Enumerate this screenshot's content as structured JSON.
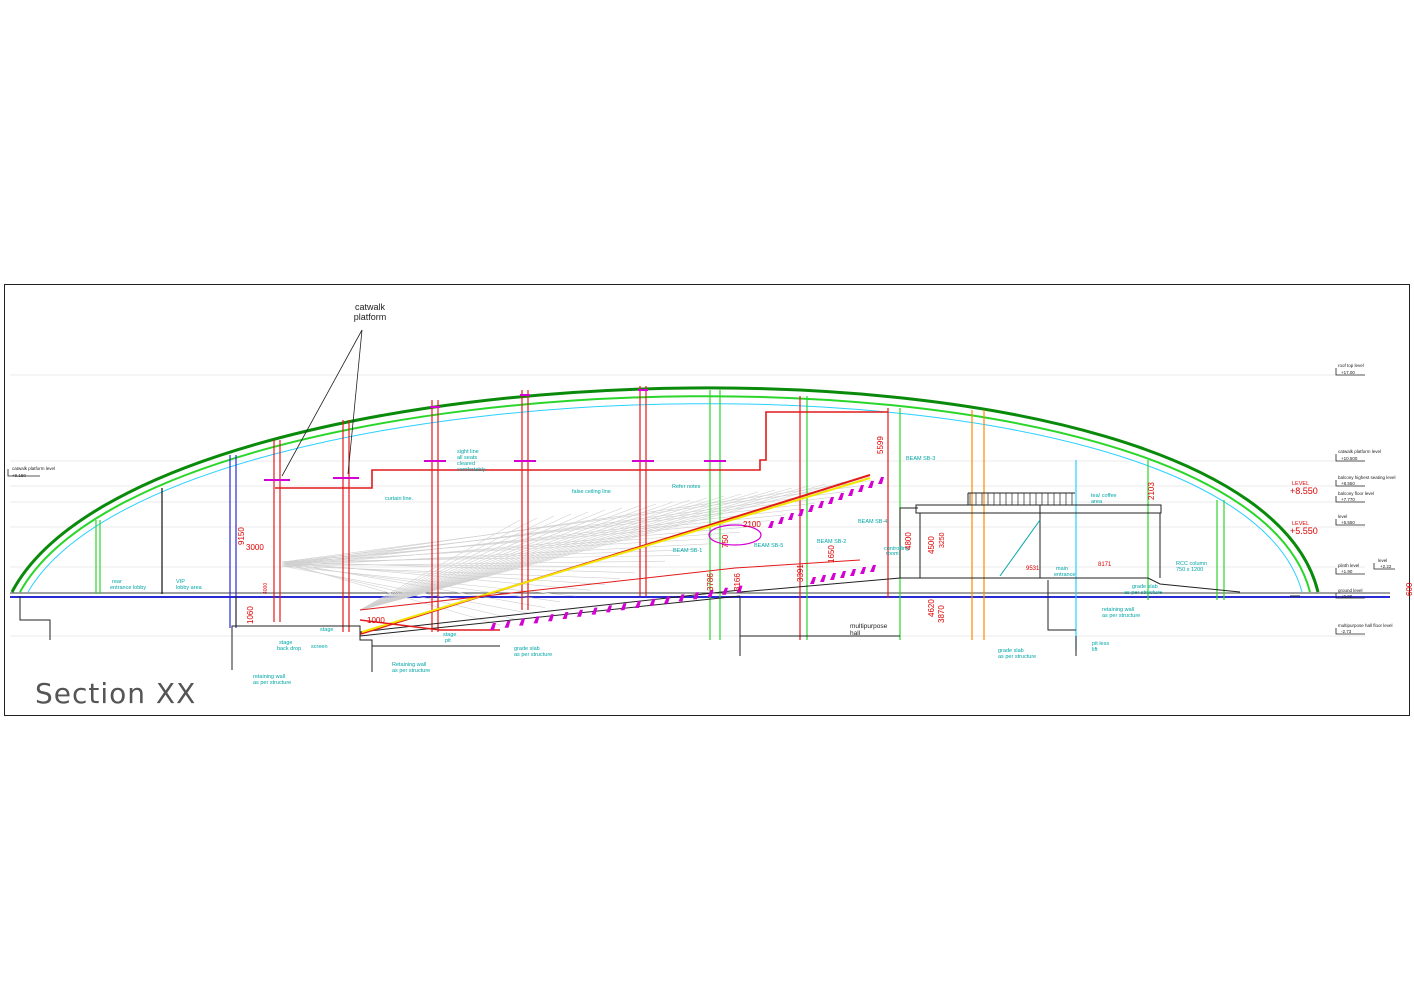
{
  "drawing": {
    "title": "Section  XX",
    "callout": {
      "line1": "catwalk",
      "line2": "platform"
    }
  },
  "levels_right": [
    {
      "name": "roof top level",
      "value": "+17.00"
    },
    {
      "name": "catwalk platform level",
      "value": "+10.500"
    },
    {
      "name": "balcony highest seating level",
      "value": "+8.550"
    },
    {
      "name": "balcony floor level",
      "value": "+7.770"
    },
    {
      "name": "level",
      "value": "+5.550"
    },
    {
      "name": "plinth level",
      "value": "+1.90"
    },
    {
      "name": "level",
      "value": "+2.22"
    },
    {
      "name": "ground level",
      "value": "±0.00"
    },
    {
      "name": "multipurpose hall floor level",
      "value": "-2.73"
    }
  ],
  "level_left": {
    "name": "catwalk platform level",
    "value": "+9.150"
  },
  "big_levels": [
    {
      "label": "LEVEL",
      "value": "+8.550"
    },
    {
      "label": "LEVEL",
      "value": "+5.550"
    }
  ],
  "labels": {
    "rear_lobby_1": "rear",
    "rear_lobby_2": "entrance lobby",
    "vip_1": "VIP",
    "vip_2": "lobby  area",
    "curtain": "curtain line.",
    "sight_1": "sight line",
    "sight_2": "all seats",
    "sight_3": "cleared",
    "sight_4": "comfortably.",
    "false_ceiling": "false ceiling line",
    "refer_notes": "Refer notes",
    "beam_sb1": "BEAM  SB-1",
    "beam_sb2": "BEAM  SB-2",
    "beam_sb3": "BEAM  SB-3",
    "beam_sb4": "BEAM  SB-4",
    "beam_sb5": "BEAM  SB-5",
    "controlling_1": "controlling",
    "controlling_2": "room",
    "tea_1": "tea/  coffee",
    "tea_2": "area",
    "main_1": "main",
    "main_2": "entrance",
    "rcc_1": "RCC  column",
    "rcc_2": "750  x  1200",
    "grade_r_1": "grade slab",
    "grade_r_2": "as per structure",
    "retaining_r_1": "retaining wall",
    "retaining_r_2": "as per structure",
    "stage_backdrop_1": "stage",
    "stage_backdrop_2": "back drop",
    "screen": "screen",
    "stage": "stage",
    "stage_pit_1": "stage",
    "stage_pit_2": "pit",
    "grade_m_1": "grade slab",
    "grade_m_2": "as per structure",
    "retaining_l_1": "retaining wall",
    "retaining_l_2": "as per structure",
    "retaining_c_1": "Retaining wall",
    "retaining_c_2": "as per structure",
    "multi_1": "multipurpose",
    "multi_2": "hall",
    "grade_b_1": "grade slab",
    "grade_b_2": "as per structure",
    "pit_1": "pit less",
    "pit_2": "lift"
  },
  "dimensions": {
    "d5599": "5599",
    "d9150": "9150",
    "d3000": "3000",
    "d2100": "2100",
    "d750": "750",
    "d1650": "1650",
    "d4800": "4800",
    "d4500": "4500",
    "d3250": "3250",
    "d2103": "2103",
    "d3786": "3786",
    "d3166": "3166",
    "d3391": "3391",
    "d1000": "1000",
    "d1060": "1060",
    "d4000": "4000",
    "d9531": "9531",
    "d8171": "8171",
    "d4620": "4620",
    "d3870": "3870",
    "d600": "600"
  },
  "colors": {
    "roof_outer": "#0a8a0a",
    "roof_green": "#2bd62b",
    "roof_cyan": "#29d0ff",
    "structure_red": "#e21a1a",
    "magenta": "#d400d4",
    "sight_line": "#f2e600",
    "ground_blue": "#2b2bd6",
    "annotation_cyan": "#00a6a6"
  }
}
